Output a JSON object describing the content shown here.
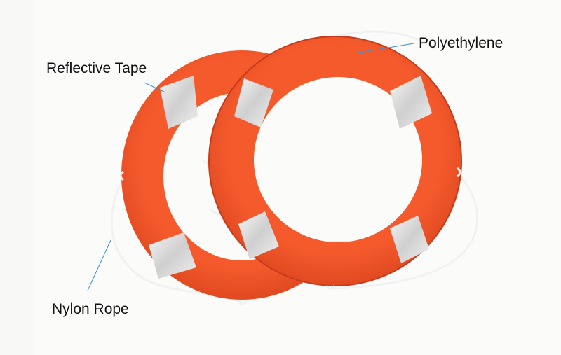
{
  "labels": {
    "reflective_tape": "Reflective Tape",
    "polyethylene": "Polyethylene",
    "nylon_rope": "Nylon Rope"
  },
  "colors": {
    "ring_orange": "#f04f22",
    "ring_shadow": "#c8391a",
    "tape_silver": "#dcdcdc",
    "rope_white": "#f2f2f2",
    "leader_line": "#3a8fd8"
  }
}
